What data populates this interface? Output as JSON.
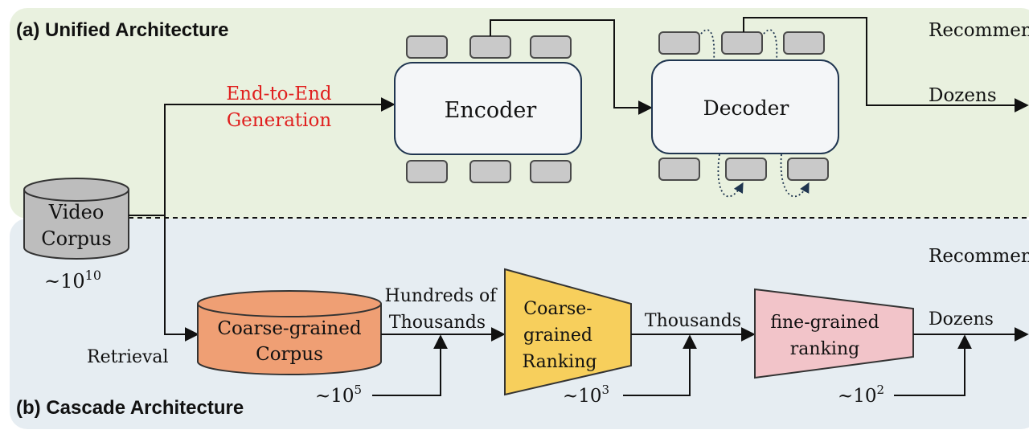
{
  "colors": {
    "top_panel": "#e9f1df",
    "bottom_panel": "#e6edf2",
    "module_fill": "#f4f6f8",
    "module_stroke": "#1f3550",
    "token_fill": "#c9c9c9",
    "token_stroke": "#4a4a4a",
    "corpus_grey": "#bdbdbd",
    "coarse_corpus": "#ef9f74",
    "coarse_ranking": "#f7cf5c",
    "fine_ranking": "#f2c4c9",
    "accent_red": "#e0201f"
  },
  "unified": {
    "title": "(a) Unified Architecture",
    "generation_label_line1": "End-to-End",
    "generation_label_line2": "Generation",
    "encoder_label": "Encoder",
    "decoder_label": "Decoder",
    "right_label_top": "Recommen",
    "right_label_mid": "Dozens"
  },
  "corpus": {
    "label_line1": "Video",
    "label_line2": "Corpus",
    "size_base": "~10",
    "size_exp": "10"
  },
  "cascade": {
    "title": "(b) Cascade Architecture",
    "right_label_top": "Recommen",
    "retrieval_label": "Retrieval",
    "coarse_corpus_line1": "Coarse-grained",
    "coarse_corpus_line2": "Corpus",
    "count1_line1": "Hundreds of",
    "count1_line2": "Thousands",
    "size1_base": "~10",
    "size1_exp": "5",
    "coarse_ranking_line1": "Coarse-",
    "coarse_ranking_line2": "grained",
    "coarse_ranking_line3": "Ranking",
    "count2": "Thousands",
    "size2_base": "~10",
    "size2_exp": "3",
    "fine_ranking_line1": "fine-grained",
    "fine_ranking_line2": "ranking",
    "count3": "Dozens",
    "size3_base": "~10",
    "size3_exp": "2"
  }
}
